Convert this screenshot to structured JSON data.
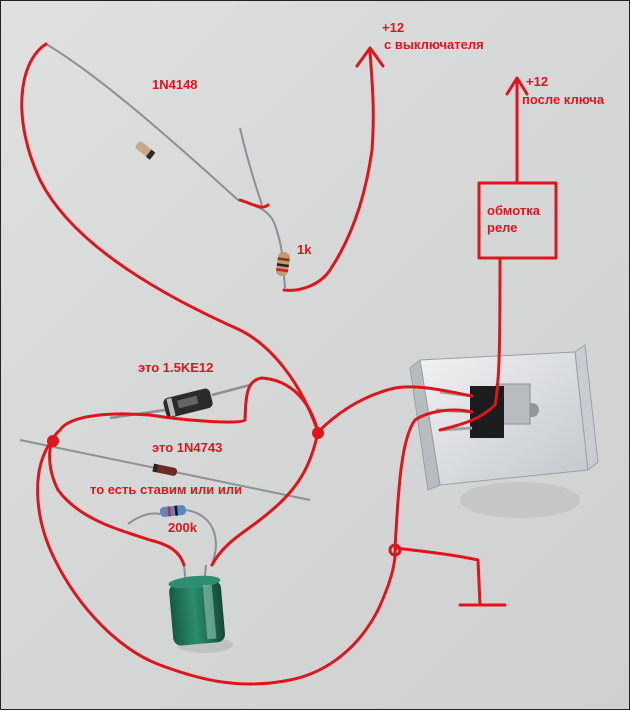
{
  "labels": {
    "plus12_switch_line1": "+12",
    "plus12_switch_line2": "с выключателя",
    "plus12_key_line1": "+12",
    "plus12_key_line2": "после ключа",
    "relay_coil_line1": "обмотка",
    "relay_coil_line2": "реле",
    "diode_1n4148": "1N4148",
    "resistor_1k": "1k",
    "tvs_1_5ke12": "это 1.5KE12",
    "zener_1n4743": "это 1N4743",
    "either_or_note": "то есть ставим или или",
    "resistor_200k": "200k"
  },
  "colors": {
    "annotation_red": "#e0141b",
    "background": "#d9dbdb",
    "heatsink": "#dcdfe2",
    "capacitor": "#1f6f57"
  }
}
